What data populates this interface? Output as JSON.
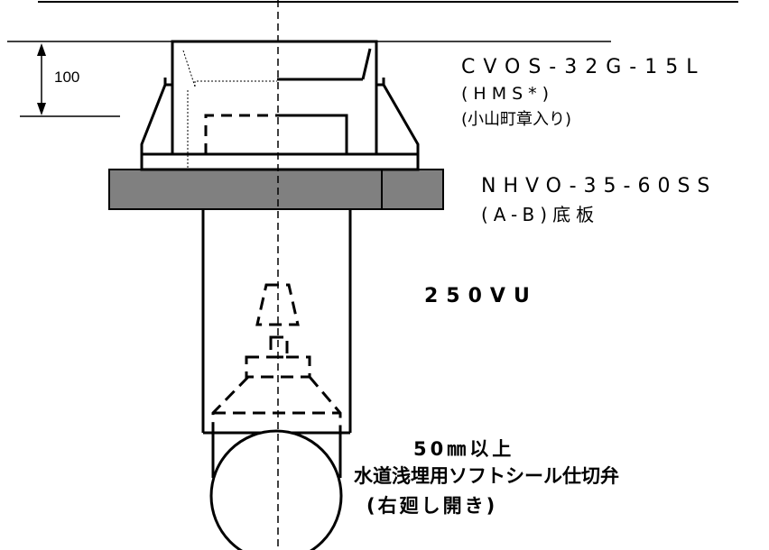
{
  "dimension": {
    "value": "100"
  },
  "cover": {
    "model": "CVOS-32G-15L",
    "series": "(HMS*)",
    "note": "(小山町章入り)"
  },
  "base_plate": {
    "model": "NHVO-35-60SS",
    "note": "(A-B)底板"
  },
  "pipe": {
    "label": "250VU"
  },
  "valve": {
    "clearance": "50㎜以上",
    "name": "水道浅埋用ソフトシール仕切弁",
    "note": "(右廻し開き)"
  },
  "colors": {
    "line": "#000000",
    "plate_fill": "#808080",
    "background": "#ffffff"
  }
}
